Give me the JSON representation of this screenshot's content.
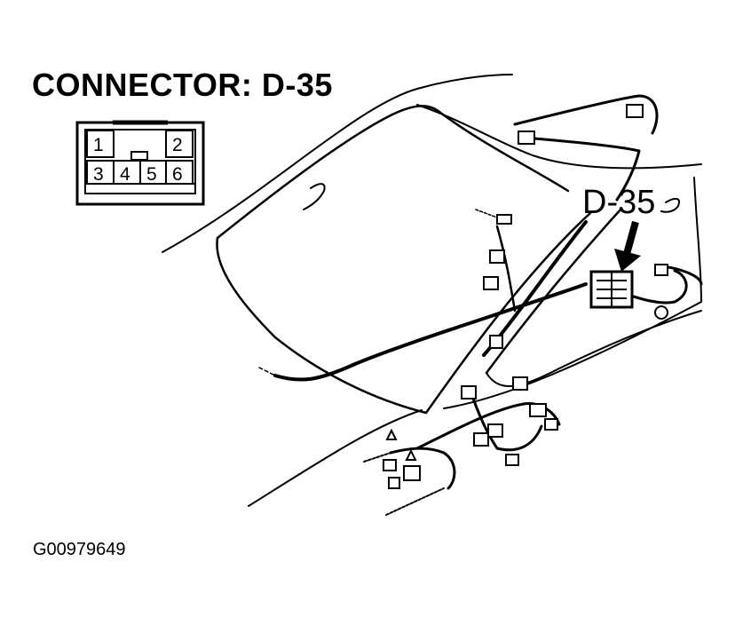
{
  "diagram": {
    "title": "CONNECTOR: D-35",
    "callout_label": "D-35",
    "figure_id": "G00979649",
    "connector_pins": [
      "1",
      "2",
      "3",
      "4",
      "5",
      "6"
    ]
  }
}
